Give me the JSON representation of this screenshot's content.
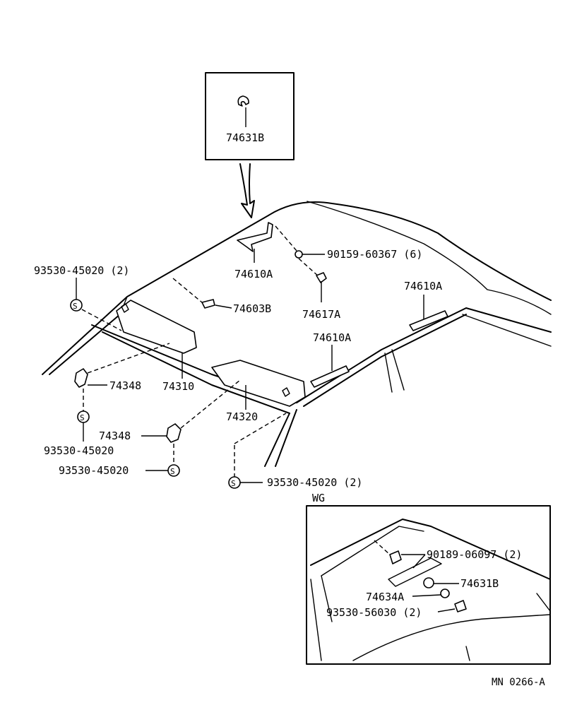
{
  "callouts": {
    "inset_top_part": "74631B",
    "visor_holder_top": "74610A",
    "screw_top": "90159-60367 (6)",
    "clip_top": "74617A",
    "visor_holder_right": "74610A",
    "visor_holder_mid": "74610A",
    "clip_left_top": "93530-45020 (2)",
    "retainer_center": "74603B",
    "sunvisor_left": "74310",
    "holder_left": "74348",
    "clip_left_bottom": "93530-45020",
    "sunvisor_right": "74320",
    "holder_right": "74348",
    "clip_mid_bottom": "93530-45020",
    "clip_bottom_right": "93530-45020 (2)"
  },
  "wg_inset": {
    "label": "WG",
    "bolt": "90189-06097 (2)",
    "holder": "74631B",
    "bracket": "74634A",
    "clip": "93530-56030 (2)"
  },
  "clip_symbol": "S",
  "drawing_code": "MN  0266-A"
}
